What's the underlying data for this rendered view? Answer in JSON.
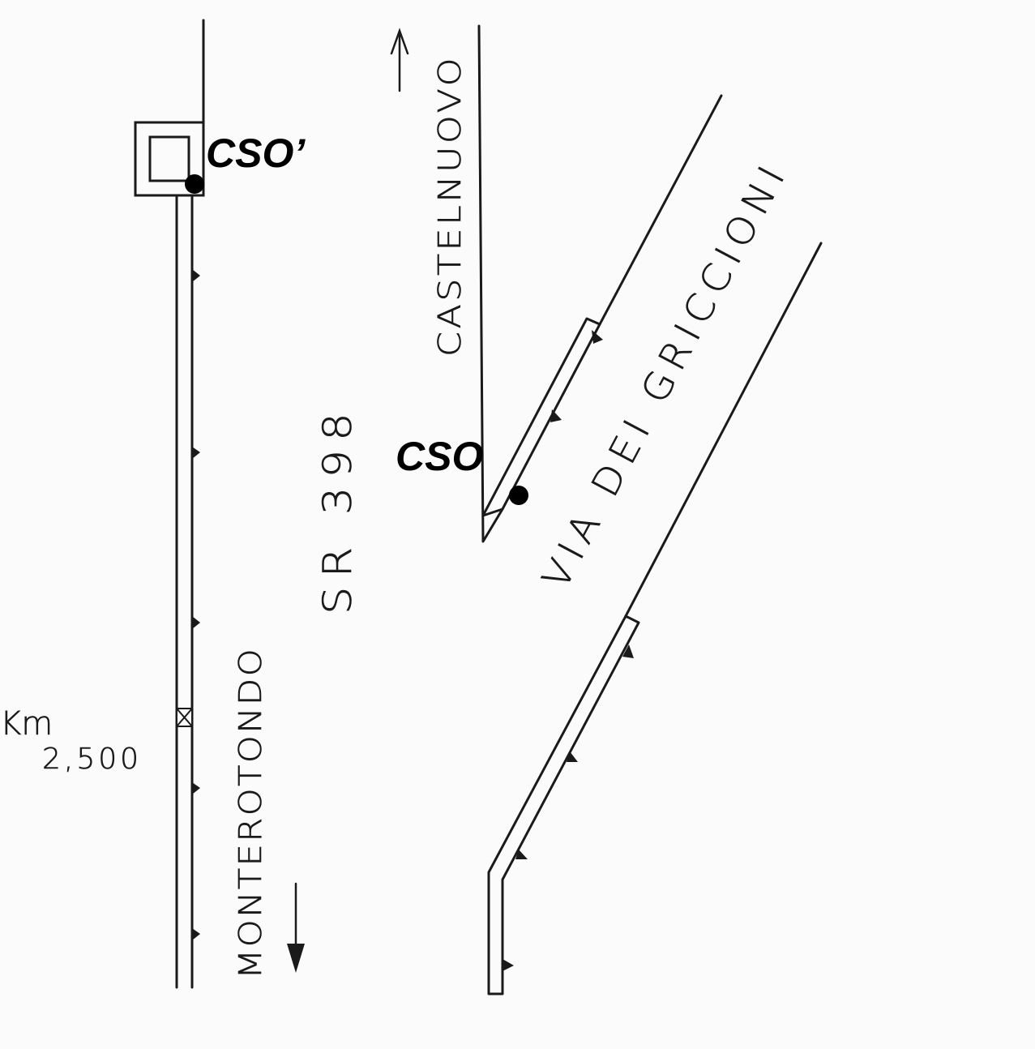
{
  "labels": {
    "north_direction": "CASTELNUOVO",
    "south_direction": "MONTEROTONDO",
    "main_road": "SR 398",
    "side_road": "VIA DEI GRICCIONI",
    "km_unit": "Km",
    "km_value": "2,500",
    "point_primary": "CSO",
    "point_secondary": "CSO’"
  },
  "colors": {
    "ink": "#1a1a1a",
    "paper": "#fbfbfb",
    "marker": "#000000"
  },
  "icons": [
    "arrow-up-icon",
    "arrow-down-icon",
    "km-marker-icon",
    "building-icon"
  ]
}
